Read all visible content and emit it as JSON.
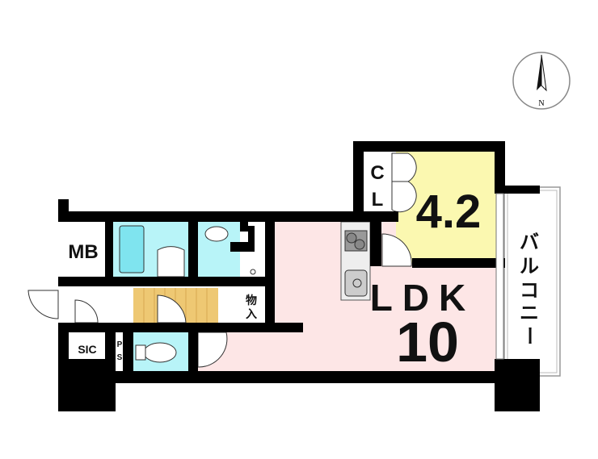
{
  "compass": {
    "north_label": "N"
  },
  "rooms": {
    "mb": "MB",
    "sic": "SIC",
    "ps_p": "P",
    "ps_s": "S",
    "storage_1": "物",
    "storage_2": "入",
    "closet_c": "C",
    "closet_l": "L",
    "bedroom_size": "4.2",
    "ldk_label": "LDK",
    "ldk_size": "10",
    "balcony": [
      "バ",
      "ル",
      "コ",
      "ニ",
      "ー"
    ]
  },
  "colors": {
    "wet_area": "#b8f4f8",
    "tub": "#7fe4ef",
    "ldk": "#fde6e6",
    "bedroom": "#fbf8b0",
    "hall_floor": "#eec873",
    "wall": "#000000"
  }
}
